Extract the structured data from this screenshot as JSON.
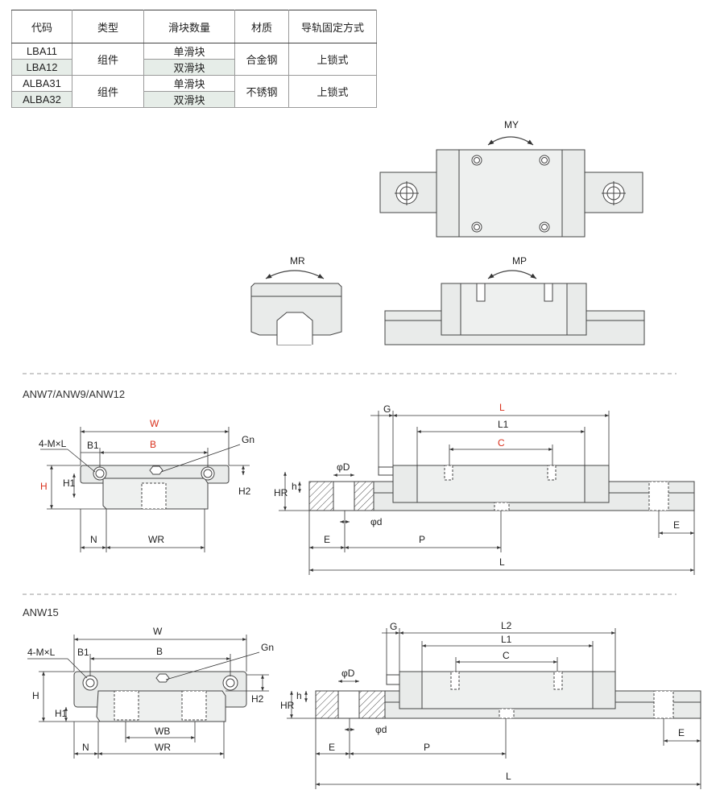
{
  "spec_table": {
    "headers": [
      "代码",
      "类型",
      "滑块数量",
      "材质",
      "导轨固定方式"
    ],
    "codes": [
      "LBA11",
      "LBA12",
      "ALBA31",
      "ALBA32"
    ],
    "type_values": [
      "组件",
      "组件"
    ],
    "slider_counts": [
      "单滑块",
      "双滑块",
      "单滑块",
      "双滑块"
    ],
    "materials": [
      "合金钢",
      "不锈钢"
    ],
    "fixing": [
      "上锁式",
      "上锁式"
    ]
  },
  "moments": {
    "my": "MY",
    "mr": "MR",
    "mp": "MP"
  },
  "section1": {
    "label": "ANW7/ANW9/ANW12",
    "dims": {
      "w": "W",
      "b": "B",
      "b1": "B1",
      "m": "4-M×L",
      "gn": "Gn",
      "h": "H",
      "h1": "H1",
      "h2": "H2",
      "n": "N",
      "wr": "WR",
      "g": "G",
      "l": "L",
      "l1": "L1",
      "c": "C",
      "phi_d_big": "φD",
      "phi_d_small": "φd",
      "hr": "HR",
      "h_small": "h",
      "e": "E",
      "p": "P"
    }
  },
  "section2": {
    "label": "ANW15",
    "dims": {
      "w": "W",
      "b": "B",
      "b1": "B1",
      "m": "4-M×L",
      "gn": "Gn",
      "h": "H",
      "h1": "H1",
      "h2": "H2",
      "n": "N",
      "wr": "WR",
      "wb": "WB",
      "g": "G",
      "l": "L",
      "l1": "L1",
      "l2": "L2",
      "c": "C",
      "phi_d_big": "φD",
      "phi_d_small": "φd",
      "hr": "HR",
      "h_small": "h",
      "e": "E",
      "p": "P"
    }
  },
  "colors": {
    "highlight": "#d9301c",
    "part_fill": "#e9ebea",
    "line": "#333333"
  }
}
